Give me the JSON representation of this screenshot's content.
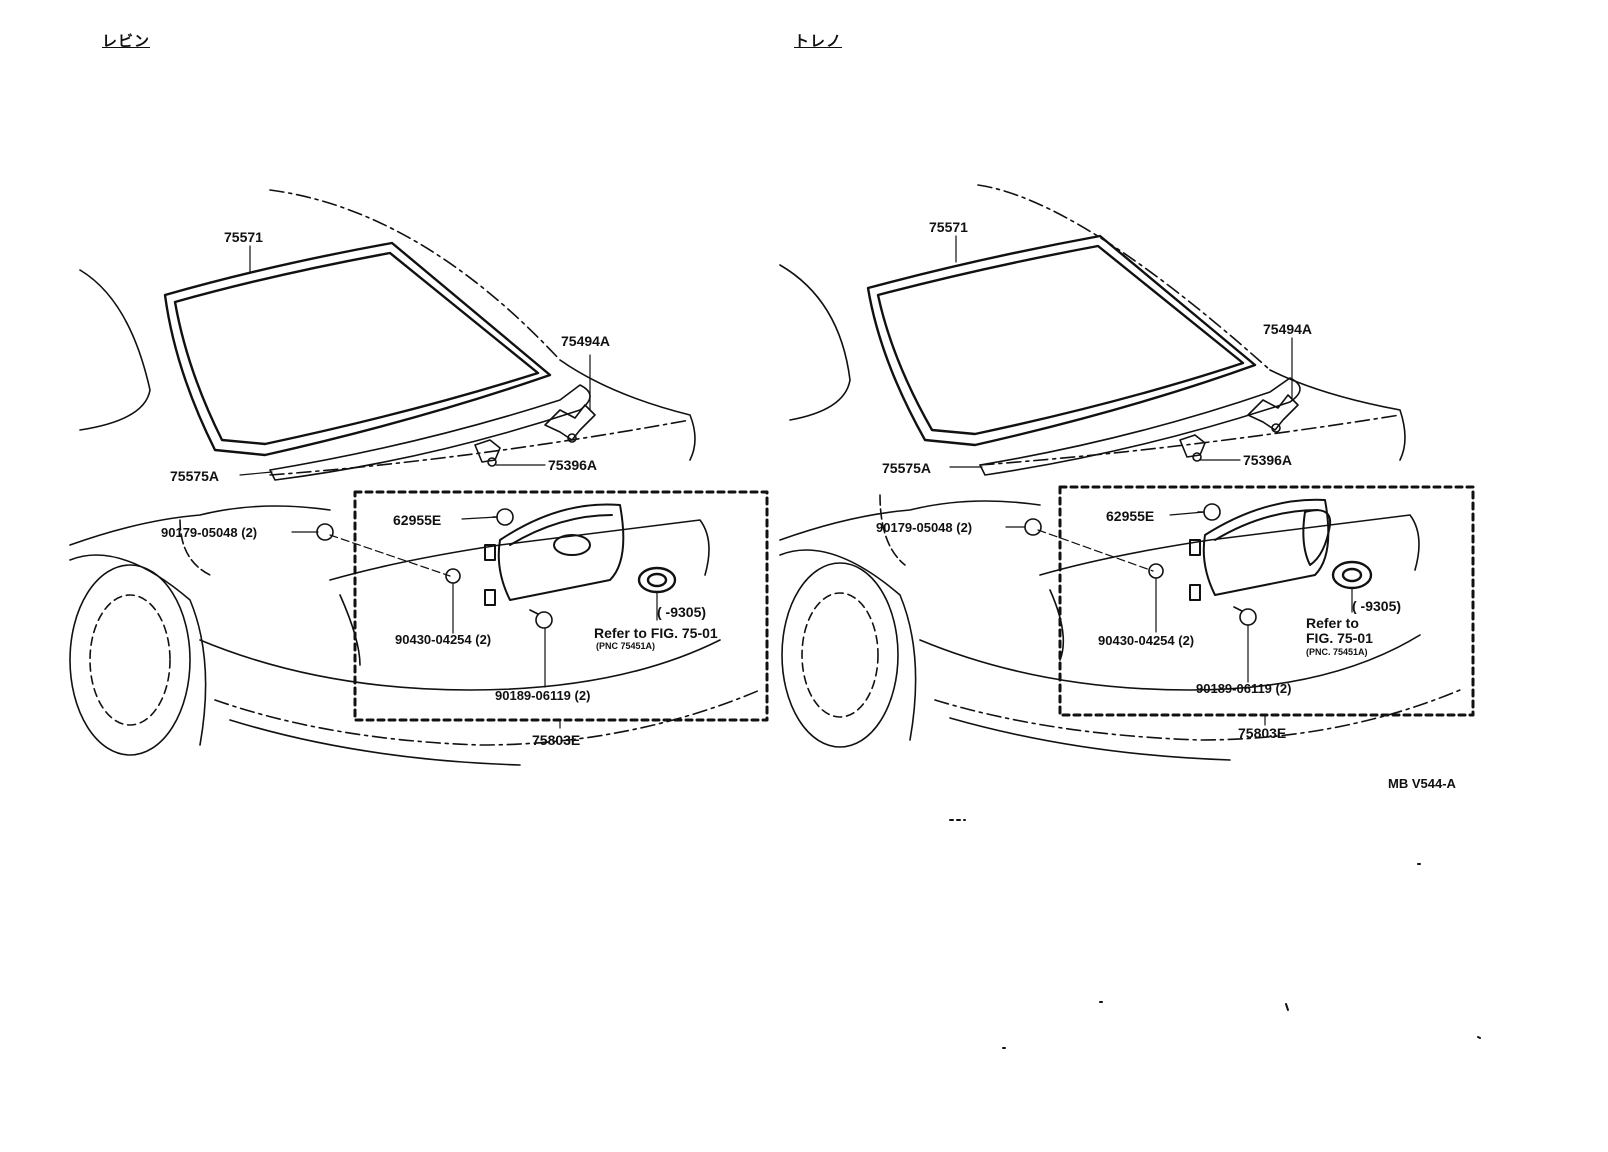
{
  "variants": {
    "left": {
      "title": "レビン",
      "labels": {
        "weatherstrip": "75571",
        "hinge": "75494A",
        "hinge_bracket": "75396A",
        "moulding": "75575A",
        "screw_a": "90179-05048 (2)",
        "clip": "62955E",
        "nut": "90430-04254 (2)",
        "clip_b": "90189-06119 (2)",
        "garnish": "75803E",
        "date_range": "(      -9305)",
        "refer": "Refer to FIG. 75-01",
        "pnc": "(PNC 75451A)"
      }
    },
    "right": {
      "title": "トレノ",
      "labels": {
        "weatherstrip": "75571",
        "hinge": "75494A",
        "hinge_bracket": "75396A",
        "moulding": "75575A",
        "screw_a": "90179-05048 (2)",
        "clip": "62955E",
        "nut": "90430-04254 (2)",
        "clip_b": "90189-06119 (2)",
        "garnish": "75803E",
        "date_range": "(      -9305)",
        "refer_line1": "Refer to",
        "refer_line2": "FIG. 75-01",
        "pnc": "(PNC. 75451A)"
      }
    }
  },
  "figure_code": "MB V544-A"
}
